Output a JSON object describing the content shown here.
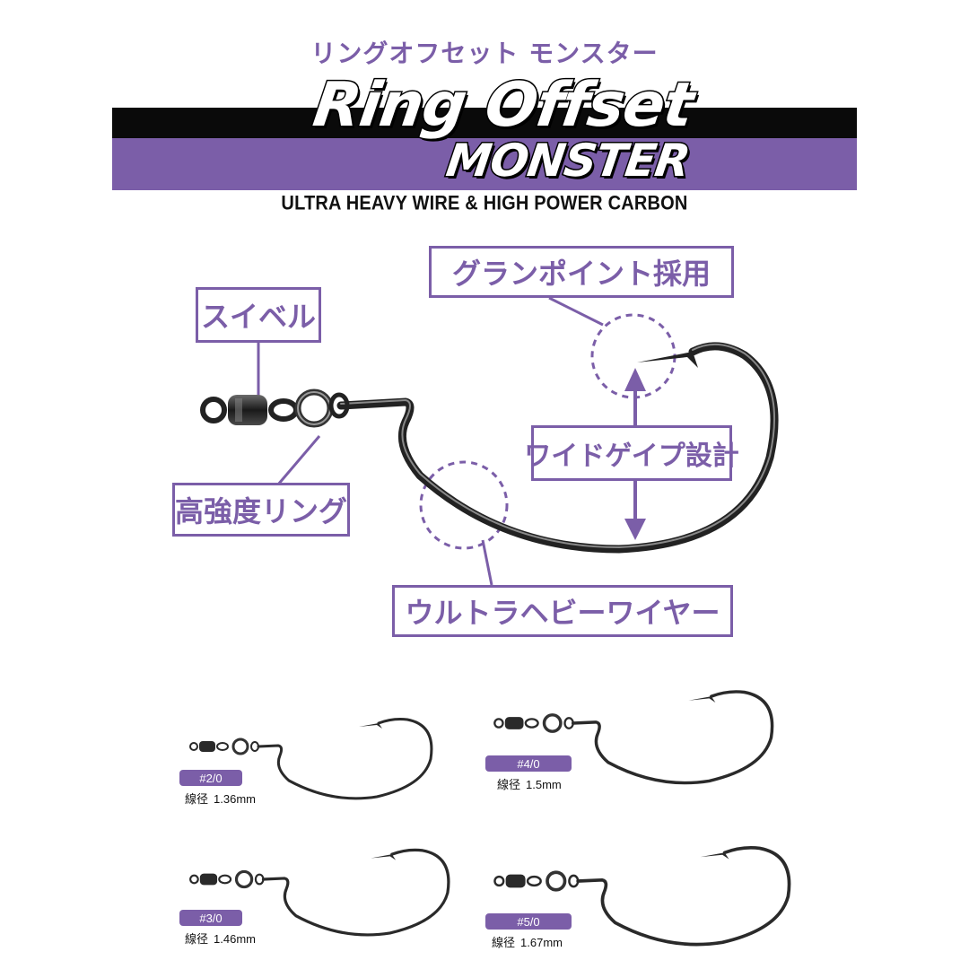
{
  "header": {
    "jp_title": "リングオフセット モンスター",
    "logo_line1": "Ring Offset",
    "logo_line2": "MONSTER",
    "subtitle": "ULTRA HEAVY WIRE & HIGH POWER CARBON"
  },
  "callouts": {
    "swivel": "スイベル",
    "grand_point": "グランポイント採用",
    "ring": "高強度リング",
    "wide_gap": "ワイドゲイプ設計",
    "heavy_wire": "ウルトラヘビーワイヤー"
  },
  "sizes": [
    {
      "size": "#2/0",
      "wire_label": "線径",
      "wire_value": "1.36mm"
    },
    {
      "size": "#4/0",
      "wire_label": "線径",
      "wire_value": "1.5mm"
    },
    {
      "size": "#3/0",
      "wire_label": "線径",
      "wire_value": "1.46mm"
    },
    {
      "size": "#5/0",
      "wire_label": "線径",
      "wire_value": "1.67mm"
    }
  ],
  "colors": {
    "accent": "#7b5ea8",
    "band_black": "#0a0a0a",
    "hook": "#2a2a2a"
  }
}
